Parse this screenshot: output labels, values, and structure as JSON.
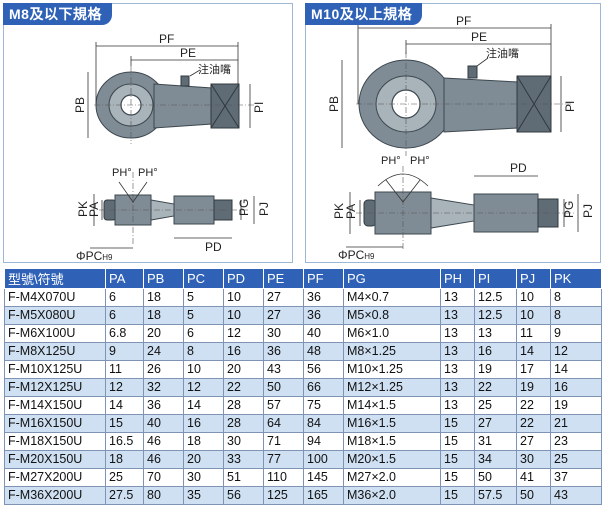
{
  "left_panel": {
    "title": "M8及以下規格",
    "labels": {
      "pf": "PF",
      "pe": "PE",
      "grease": "注油嘴",
      "pb": "PB",
      "pi": "PI",
      "ph1": "PH°",
      "ph2": "PH°",
      "pk": "PK",
      "pa": "PA",
      "pg": "PG",
      "pj": "PJ",
      "pd": "PD",
      "pc": "ΦPC",
      "pc_sub": "H9"
    }
  },
  "right_panel": {
    "title": "M10及以上規格",
    "labels": {
      "pf": "PF",
      "pe": "PE",
      "grease": "注油嘴",
      "pb": "PB",
      "pi": "PI",
      "ph1": "PH°",
      "ph2": "PH°",
      "pk": "PK",
      "pa": "PA",
      "pg": "PG",
      "pj": "PJ",
      "pd": "PD",
      "pc": "ΦPC",
      "pc_sub": "H9"
    }
  },
  "table": {
    "headers": [
      "型號\\符號",
      "PA",
      "PB",
      "PC",
      "PD",
      "PE",
      "PF",
      "PG",
      "PH",
      "PI",
      "PJ",
      "PK"
    ],
    "rows": [
      [
        "F-M4X070U",
        "6",
        "18",
        "5",
        "10",
        "27",
        "36",
        "M4×0.7",
        "13",
        "12.5",
        "10",
        "8"
      ],
      [
        "F-M5X080U",
        "6",
        "18",
        "5",
        "10",
        "27",
        "36",
        "M5×0.8",
        "13",
        "12.5",
        "10",
        "8"
      ],
      [
        "F-M6X100U",
        "6.8",
        "20",
        "6",
        "12",
        "30",
        "40",
        "M6×1.0",
        "13",
        "13",
        "11",
        "9"
      ],
      [
        "F-M8X125U",
        "9",
        "24",
        "8",
        "16",
        "36",
        "48",
        "M8×1.25",
        "13",
        "16",
        "14",
        "12"
      ],
      [
        "F-M10X125U",
        "11",
        "26",
        "10",
        "20",
        "43",
        "56",
        "M10×1.25",
        "13",
        "19",
        "17",
        "14"
      ],
      [
        "F-M12X125U",
        "12",
        "32",
        "12",
        "22",
        "50",
        "66",
        "M12×1.25",
        "13",
        "22",
        "19",
        "16"
      ],
      [
        "F-M14X150U",
        "14",
        "36",
        "14",
        "28",
        "57",
        "75",
        "M14×1.5",
        "13",
        "25",
        "22",
        "19"
      ],
      [
        "F-M16X150U",
        "15",
        "40",
        "16",
        "28",
        "64",
        "84",
        "M16×1.5",
        "15",
        "27",
        "22",
        "21"
      ],
      [
        "F-M18X150U",
        "16.5",
        "46",
        "18",
        "30",
        "71",
        "94",
        "M18×1.5",
        "15",
        "31",
        "27",
        "23"
      ],
      [
        "F-M20X150U",
        "18",
        "46",
        "20",
        "33",
        "77",
        "100",
        "M20×1.5",
        "15",
        "34",
        "30",
        "25"
      ],
      [
        "F-M27X200U",
        "25",
        "70",
        "30",
        "51",
        "110",
        "145",
        "M27×2.0",
        "15",
        "50",
        "41",
        "37"
      ],
      [
        "F-M36X200U",
        "27.5",
        "80",
        "35",
        "56",
        "125",
        "165",
        "M36×2.0",
        "15",
        "57.5",
        "50",
        "43"
      ]
    ]
  }
}
